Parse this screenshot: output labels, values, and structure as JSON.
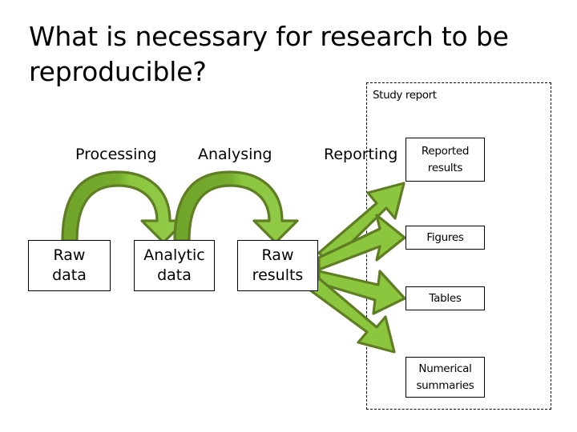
{
  "slide": {
    "title": "What is necessary for research to be\nreproducible?",
    "background_color": "#ffffff"
  },
  "colors": {
    "arrow_fill_light": "#8CC63F",
    "arrow_fill_dark": "#6FA32A",
    "arrow_stroke": "#5F7D23",
    "box_border": "#000000",
    "box_fill": "#ffffff",
    "text": "#000000",
    "dashed_border": "#000000"
  },
  "study_report": {
    "label": "Study report"
  },
  "stage_labels": [
    {
      "id": "processing",
      "label": "Processing"
    },
    {
      "id": "analysing",
      "label": "Analysing"
    },
    {
      "id": "reporting",
      "label": "Reporting"
    }
  ],
  "pipeline_nodes": [
    {
      "id": "raw-data",
      "label": "Raw\ndata"
    },
    {
      "id": "analytic-data",
      "label": "Analytic\ndata"
    },
    {
      "id": "raw-results",
      "label": "Raw\nresults"
    }
  ],
  "report_nodes": [
    {
      "id": "reported-results",
      "label": "Reported\nresults"
    },
    {
      "id": "figures",
      "label": "Figures"
    },
    {
      "id": "tables",
      "label": "Tables"
    },
    {
      "id": "numerical-summaries",
      "label": "Numerical\nsummaries"
    }
  ],
  "chart_data": {
    "type": "diagram",
    "title": "What is necessary for research to be reproducible?",
    "nodes": [
      {
        "id": "raw-data",
        "label": "Raw data",
        "group": "pipeline"
      },
      {
        "id": "analytic-data",
        "label": "Analytic data",
        "group": "pipeline"
      },
      {
        "id": "raw-results",
        "label": "Raw results",
        "group": "pipeline"
      },
      {
        "id": "reported-results",
        "label": "Reported results",
        "group": "study-report"
      },
      {
        "id": "figures",
        "label": "Figures",
        "group": "study-report"
      },
      {
        "id": "tables",
        "label": "Tables",
        "group": "study-report"
      },
      {
        "id": "numerical-summaries",
        "label": "Numerical summaries",
        "group": "study-report"
      }
    ],
    "edges": [
      {
        "from": "raw-data",
        "to": "analytic-data",
        "label": "Processing",
        "style": "curved-arc"
      },
      {
        "from": "analytic-data",
        "to": "raw-results",
        "label": "Analysing",
        "style": "curved-arc"
      },
      {
        "from": "raw-results",
        "to": "reported-results",
        "label": "Reporting",
        "style": "straight-arrow"
      },
      {
        "from": "raw-results",
        "to": "figures",
        "label": "Reporting",
        "style": "straight-arrow"
      },
      {
        "from": "raw-results",
        "to": "tables",
        "label": "Reporting",
        "style": "straight-arrow"
      },
      {
        "from": "raw-results",
        "to": "numerical-summaries",
        "label": "Reporting",
        "style": "straight-arrow"
      }
    ],
    "groups": [
      {
        "id": "study-report",
        "label": "Study report",
        "style": "dashed-box"
      }
    ]
  }
}
